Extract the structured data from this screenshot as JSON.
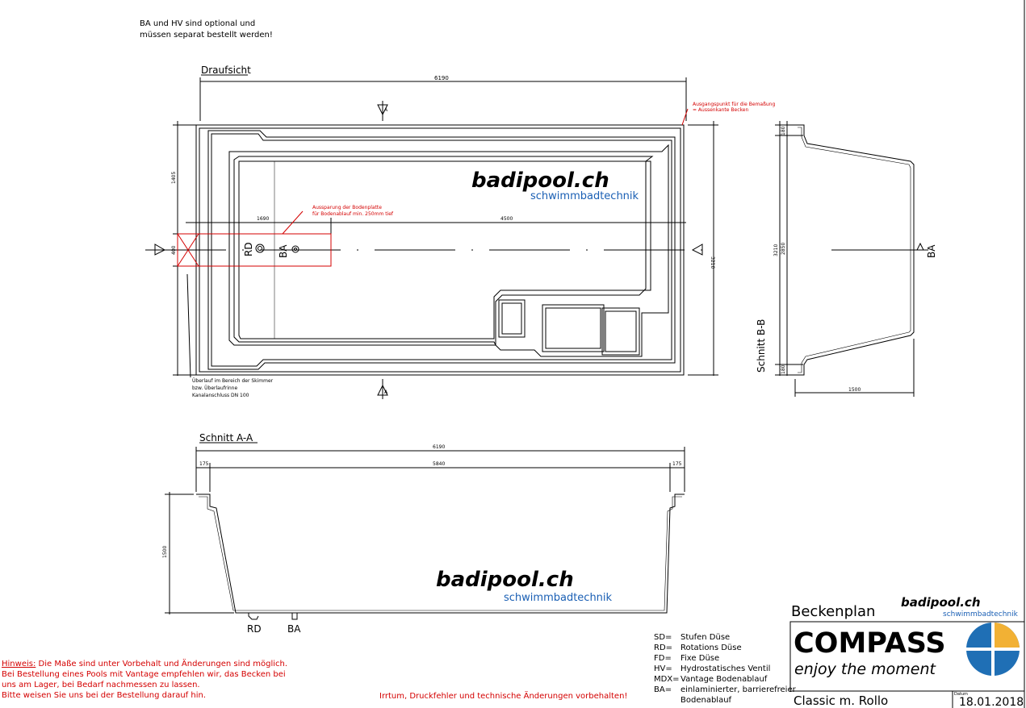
{
  "notes": {
    "optional_line1": "BA und HV sind optional und",
    "optional_line2": "müssen separat bestellt werden!"
  },
  "top_view": {
    "title": "Draufsicht",
    "dim_total_width": "6190",
    "dim_1690": "1690",
    "dim_4500": "4500",
    "dim_1405": "1405",
    "dim_400": "400",
    "dim_3210": "3210",
    "section_marker_a": "A",
    "label_rd": "RD",
    "label_ba": "BA",
    "origin_note_line1": "Ausgangspunkt für die Bemaßung",
    "origin_note_line2": "= Aussenkante Becken",
    "recess_note_line1": "Aussparung der Bodenplatte",
    "recess_note_line2": "für Bodenablauf min. 250mm tief",
    "overflow_note_line1": "Überlauf im Bereich der Skimmer",
    "overflow_note_line2": "bzw. Überlaufrinne",
    "overflow_note_line3": "Kanalanschluss DN 100"
  },
  "section_bb": {
    "title": "Schnitt B-B",
    "dim_180_top": "180",
    "dim_180_bottom": "180",
    "dim_3210": "3210",
    "dim_2850": "2850",
    "dim_1500": "1500",
    "label_ba": "BA"
  },
  "section_aa": {
    "title": "Schnitt A-A",
    "dim_total": "6190",
    "dim_175_left": "175",
    "dim_5840": "5840",
    "dim_175_right": "175",
    "dim_1500": "1500",
    "label_rd": "RD",
    "label_ba": "BA"
  },
  "brand": {
    "name": "badipool.ch",
    "tagline": "schwimmbadtechnik",
    "color_blue": "#1a5fb4"
  },
  "legend": {
    "items": [
      {
        "code": "SD=",
        "text": "Stufen Düse"
      },
      {
        "code": "RD=",
        "text": "Rotations Düse"
      },
      {
        "code": "FD=",
        "text": "Fixe Düse"
      },
      {
        "code": "HV=",
        "text": "Hydrostatisches Ventil"
      },
      {
        "code": "MDX=",
        "text": "Vantage Bodenablauf"
      },
      {
        "code": "BA=",
        "text": "einlaminierter, barrierefreier"
      },
      {
        "code": "",
        "text": "Bodenablauf"
      }
    ]
  },
  "hint": {
    "label": "Hinweis:",
    "line1": " Die Maße sind unter Vorbehalt und Änderungen sind möglich.",
    "line2": "Bei Bestellung eines Pools mit Vantage empfehlen wir, das Becken bei",
    "line3": "uns am Lager, bei Bedarf nachmessen zu lassen.",
    "line4": "Bitte weisen Sie uns bei der Bestellung darauf hin.",
    "color": "#d40000"
  },
  "disclaimer": "Irrtum, Druckfehler und technische Änderungen vorbehalten!",
  "title_block": {
    "heading": "Beckenplan",
    "product": "COMPASS",
    "slogan": "enjoy the moment",
    "model": "Classic m. Rollo",
    "date_label": "Datum",
    "date": "18.01.2018",
    "emblem_colors": [
      "#f2b134",
      "#1f6fb5"
    ]
  }
}
